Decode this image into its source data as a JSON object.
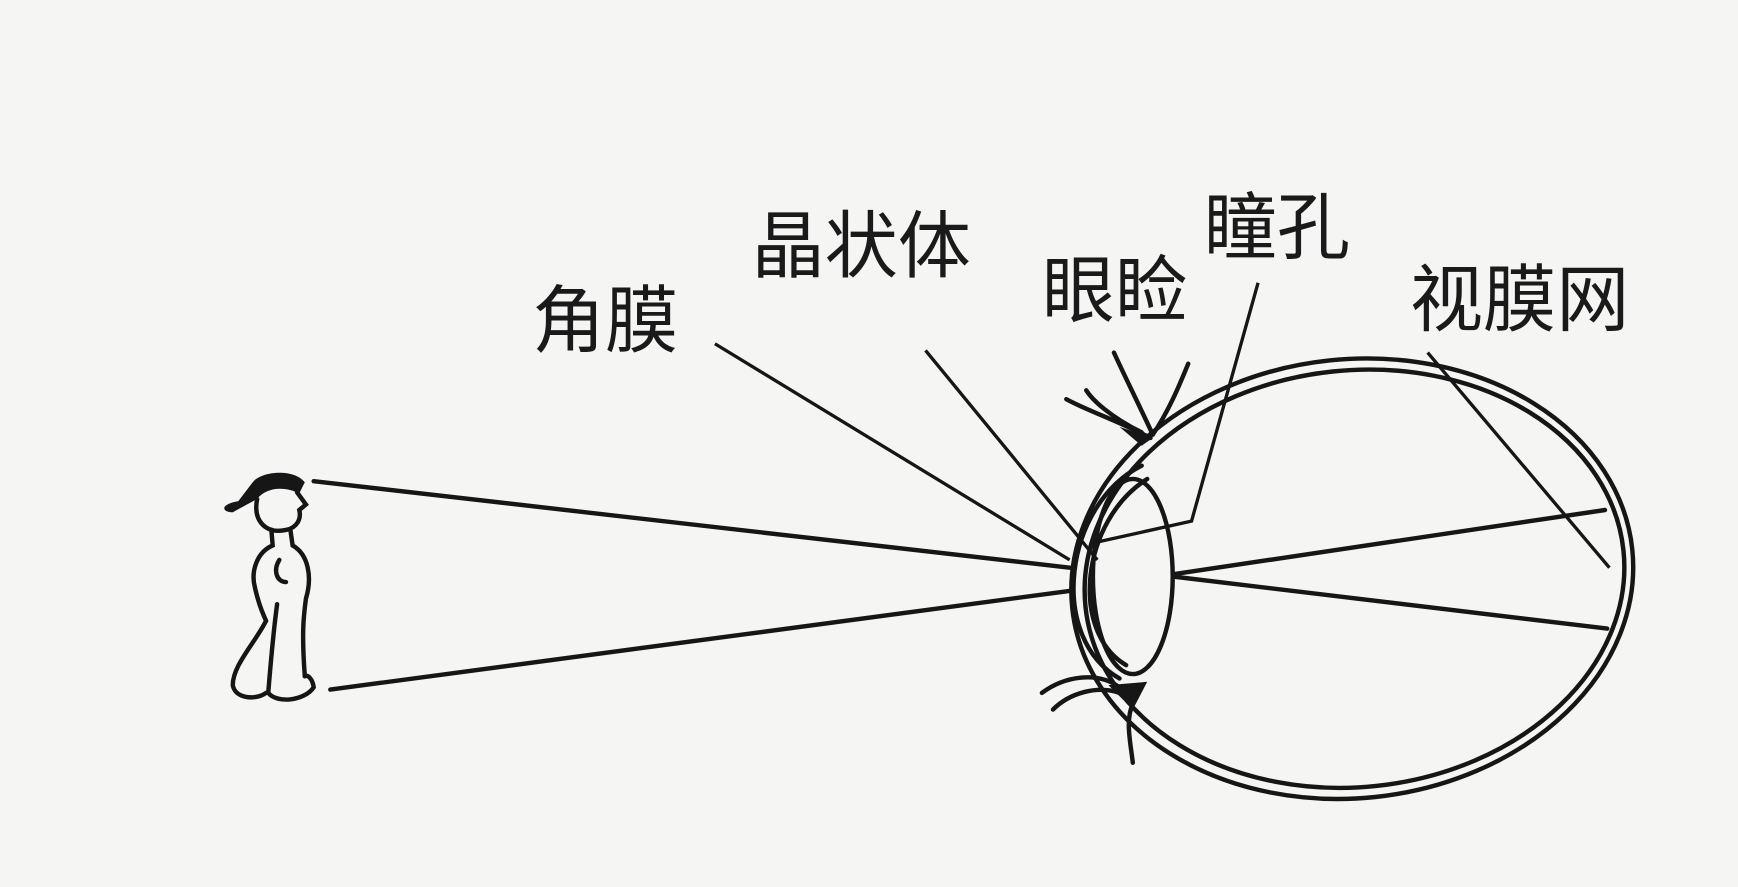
{
  "diagram": {
    "subject": "eye-image-formation",
    "labels": {
      "cornea": "角膜",
      "lens": "晶状体",
      "eyelid": "眼睑",
      "pupil": "瞳孔",
      "retina": "视膜网"
    },
    "ink_color": "#161616",
    "paper_color": "#f5f5f3"
  }
}
